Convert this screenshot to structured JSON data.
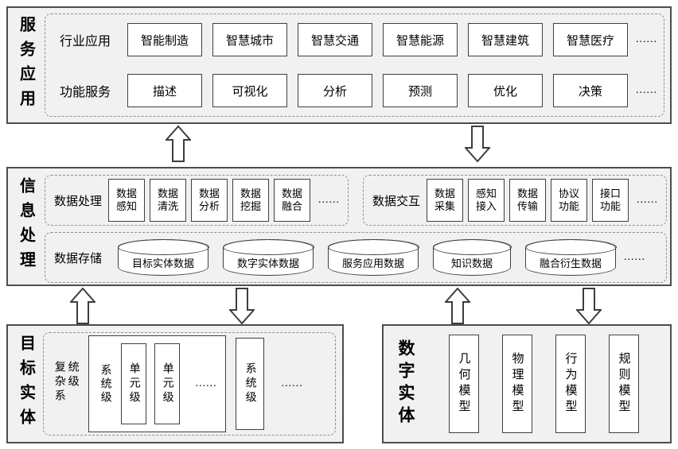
{
  "service": {
    "label": "服务应用",
    "industry": {
      "label": "行业应用",
      "items": [
        "智能制造",
        "智慧城市",
        "智慧交通",
        "智慧能源",
        "智慧建筑",
        "智慧医疗"
      ],
      "more": "......"
    },
    "function": {
      "label": "功能服务",
      "items": [
        "描述",
        "可视化",
        "分析",
        "预测",
        "优化",
        "决策"
      ],
      "more": "......"
    }
  },
  "info": {
    "label": "信息处理",
    "processing": {
      "label": "数据处理",
      "items": [
        "数据感知",
        "数据清洗",
        "数据分析",
        "数据挖掘",
        "数据融合"
      ],
      "more": "......"
    },
    "interaction": {
      "label": "数据交互",
      "items": [
        "数据采集",
        "感知接入",
        "数据传输",
        "协议功能",
        "接口功能"
      ],
      "more": "......"
    },
    "storage": {
      "label": "数据存储",
      "items": [
        "目标实体数据",
        "数字实体数据",
        "服务应用数据",
        "知识数据",
        "融合衍生数据"
      ],
      "more": "......"
    }
  },
  "target": {
    "label": "目标实体",
    "complex_label": "复杂系统级",
    "system_a_label": "系统级",
    "unit_items": [
      "单元级",
      "单元级"
    ],
    "unit_more": "......",
    "system_b_label": "系统级",
    "more": "......"
  },
  "digital": {
    "label": "数字实体",
    "models": [
      "几何模型",
      "物理模型",
      "行为模型",
      "规则模型"
    ]
  },
  "colors": {
    "section_fill": "#f1f1f1",
    "box_fill": "#ffffff",
    "border": "#404040"
  }
}
